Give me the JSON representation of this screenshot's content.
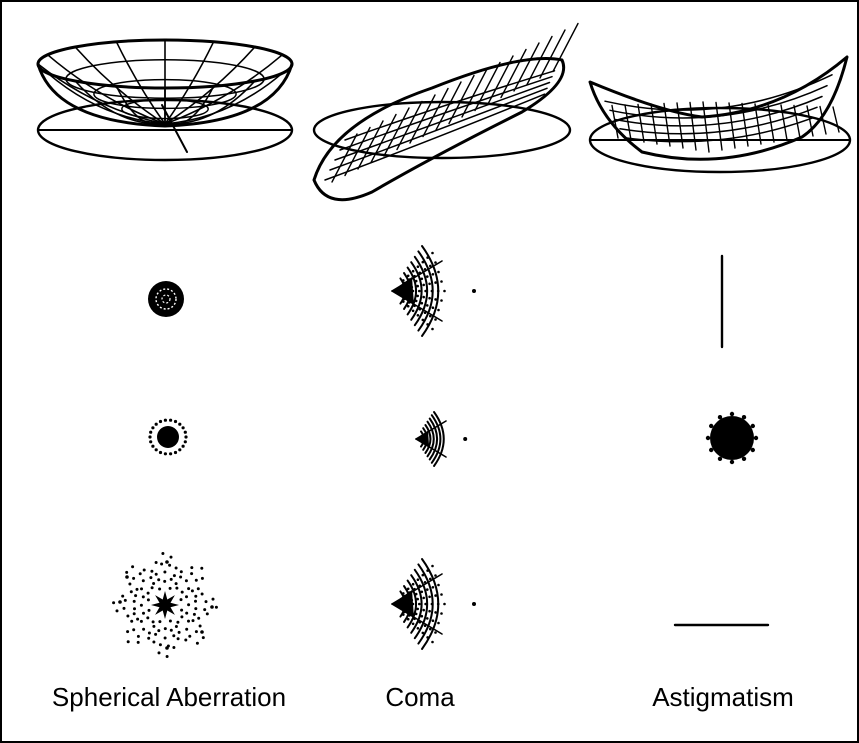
{
  "columns": [
    {
      "id": "spherical",
      "label": "Spherical Aberration",
      "wavefront": "bowl-surface",
      "spots": [
        "small-dark-disk",
        "dense-core-with-halo",
        "star-core-with-scattered-rings"
      ]
    },
    {
      "id": "coma",
      "label": "Coma",
      "wavefront": "tilted-saddle-surface",
      "spots": [
        "comet-tail-fan",
        "small-comet",
        "comet-tail-fan"
      ]
    },
    {
      "id": "astigmatism",
      "label": "Astigmatism",
      "wavefront": "saddle-surface",
      "spots": [
        "vertical-line",
        "circular-blur-disk",
        "horizontal-line"
      ]
    }
  ],
  "colors": {
    "ink": "#000000",
    "background": "#ffffff"
  }
}
